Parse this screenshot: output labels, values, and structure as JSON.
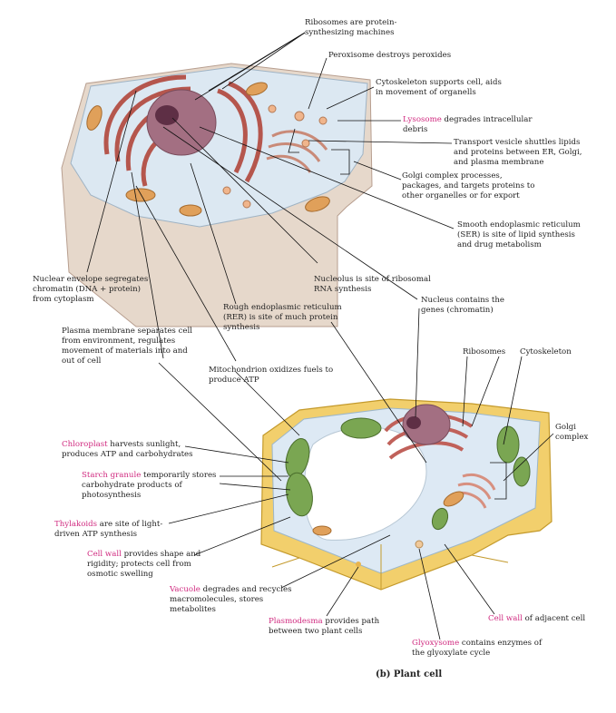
{
  "labels": {
    "ribosomes_top": "Ribosomes are protein-\nsynthesizing machines",
    "peroxisome": "Peroxisome destroys peroxides",
    "cytoskeleton_top": "Cytoskeleton supports cell, aids\nin movement of organells",
    "lysosome_name": "Lysosome",
    "lysosome_desc": " degrades intracellular\ndebris",
    "transport_vesicle": "Transport vesicle shuttles lipids\nand proteins between ER, Golgi,\nand plasma membrane",
    "golgi_top": "Golgi complex processes,\npackages, and targets proteins to\nother organelles or for export",
    "ser": "Smooth endoplasmic reticulum\n(SER) is site of lipid synthesis\nand drug metabolism",
    "nuclear_envelope": "Nuclear envelope segregates\nchromatin (DNA + protein)\nfrom cytoplasm",
    "nucleolus": "Nucleolus is site of ribosomal\nRNA synthesis",
    "nucleus": "Nucleus contains the\ngenes (chromatin)",
    "rer": "Rough endoplasmic reticulum\n(RER) is site of much protein\nsynthesis",
    "plasma_membrane": "Plasma membrane separates cell\nfrom environment, regulates\nmovement of materials into and\nout of cell",
    "ribosomes_plant": "Ribosomes",
    "cytoskeleton_plant": "Cytoskeleton",
    "mitochondrion": "Mitochondrion oxidizes fuels to\nproduce ATP",
    "golgi_plant": "Golgi\ncomplex",
    "chloroplast_name": "Chloroplast",
    "chloroplast_desc": " harvests sunlight,\nproduces ATP and carbohydrates",
    "starch_name": "Starch granule",
    "starch_desc": " temporarily stores\ncarbohydrate products of\nphotosynthesis",
    "thylakoids_name": "Thylakoids",
    "thylakoids_desc": " are site of light-\ndriven ATP synthesis",
    "cellwall_name": "Cell wall",
    "cellwall_desc": " provides shape and\nrigidity; protects cell from\nosmotic swelling",
    "vacuole_name": "Vacuole",
    "vacuole_desc": " degrades and recycles\nmacromolecules, stores\nmetabolites",
    "plasmodesma_name": "Plasmodesma",
    "plasmodesma_desc": " provides path\nbetween two plant cells",
    "cellwall_adj_name": "Cell wall",
    "cellwall_adj_desc": " of adjacent cell",
    "glyoxysome_name": "Glyoxysome",
    "glyoxysome_desc": " contains enzymes of\nthe glyoxylate cycle"
  },
  "caption": "(b) Plant cell",
  "colors": {
    "highlight": "#d0297f",
    "cytoplasm": "#dfe9f3",
    "cell_body": "#e9ddd2",
    "er": "#b5564d",
    "nucleus": "#9e6a7a",
    "mitochondria": "#e0a05a",
    "cell_wall": "#f2cf6c",
    "chloroplast": "#6f9b4a"
  }
}
